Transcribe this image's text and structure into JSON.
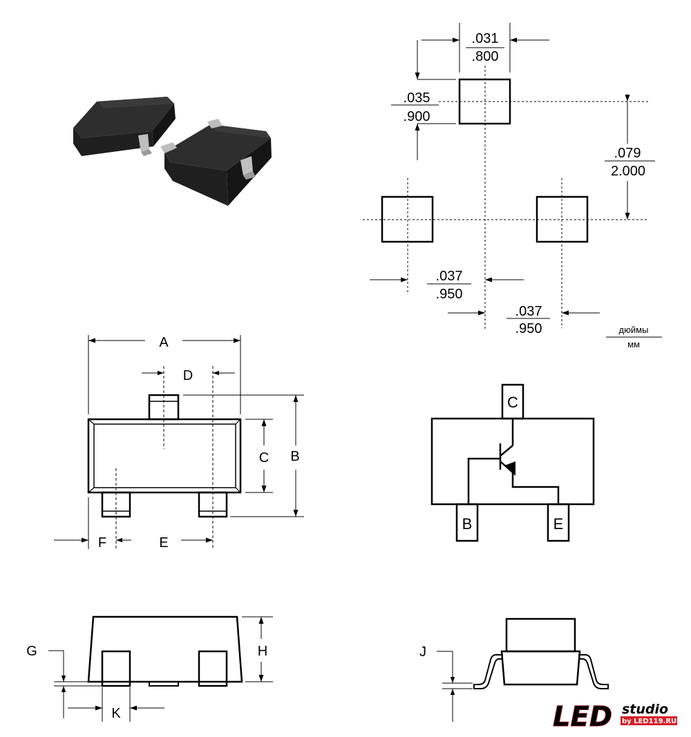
{
  "footprint": {
    "pad_width": {
      "inch": ".031",
      "mm": ".800"
    },
    "pad_height": {
      "inch": ".035",
      "mm": ".900"
    },
    "row_pitch": {
      "inch": ".079",
      "mm": "2.000"
    },
    "pitch_left": {
      "inch": ".037",
      "mm": ".950"
    },
    "pitch_right": {
      "inch": ".037",
      "mm": ".950"
    },
    "units": {
      "top": "дюймы",
      "bottom": "мм"
    }
  },
  "top_view": {
    "labels": {
      "A": "A",
      "B": "B",
      "C": "C",
      "D": "D",
      "E": "E",
      "F": "F"
    }
  },
  "schematic": {
    "pins": {
      "collector": "C",
      "base": "B",
      "emitter": "E"
    }
  },
  "side_view": {
    "labels": {
      "G": "G",
      "H": "H",
      "K": "K"
    }
  },
  "end_view": {
    "labels": {
      "J": "J"
    }
  },
  "logo": {
    "main": "LED",
    "sub": "studio",
    "by": "by LED119.RU",
    "colors": {
      "red": "#d4202a"
    }
  }
}
